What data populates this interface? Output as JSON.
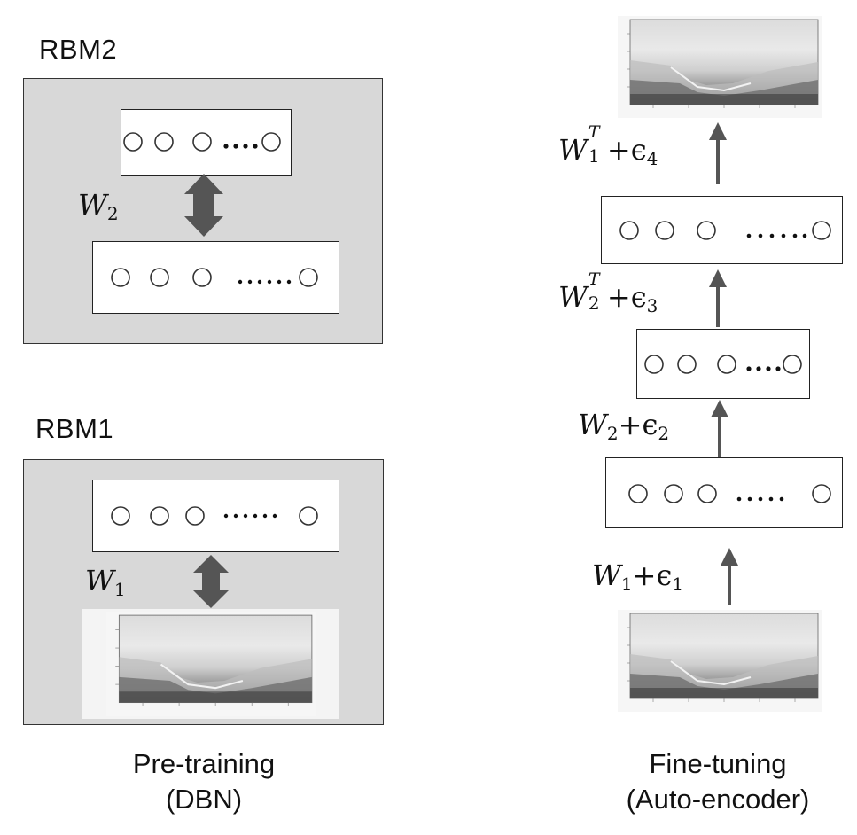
{
  "pretraining": {
    "rbm2_title": "RBM2",
    "rbm1_title": "RBM1",
    "w2_symbol": "W",
    "w2_sub": "2",
    "w1_symbol": "W",
    "w1_sub": "1",
    "caption_line1": "Pre-training",
    "caption_line2": "(DBN)"
  },
  "finetuning": {
    "w1t_symbol": "W",
    "w1t_sup": "T",
    "w1t_sub": "1",
    "w1t_noise": "+ϵ",
    "w1t_noise_sub": "4",
    "w2t_symbol": "W",
    "w2t_sup": "T",
    "w2t_sub": "2",
    "w2t_noise": "+ϵ",
    "w2t_noise_sub": "3",
    "w2_symbol": "W",
    "w2_sub": "2",
    "w2_noise": "+ϵ",
    "w2_noise_sub": "2",
    "w1_symbol": "W",
    "w1_sub": "1",
    "w1_noise": "+ϵ",
    "w1_noise_sub": "1",
    "caption_line1": "Fine-tuning",
    "caption_line2": "(Auto-encoder)"
  },
  "colors": {
    "panel_bg": "#d8d8d8",
    "arrow": "#555555",
    "double_arrow": "#555555"
  }
}
